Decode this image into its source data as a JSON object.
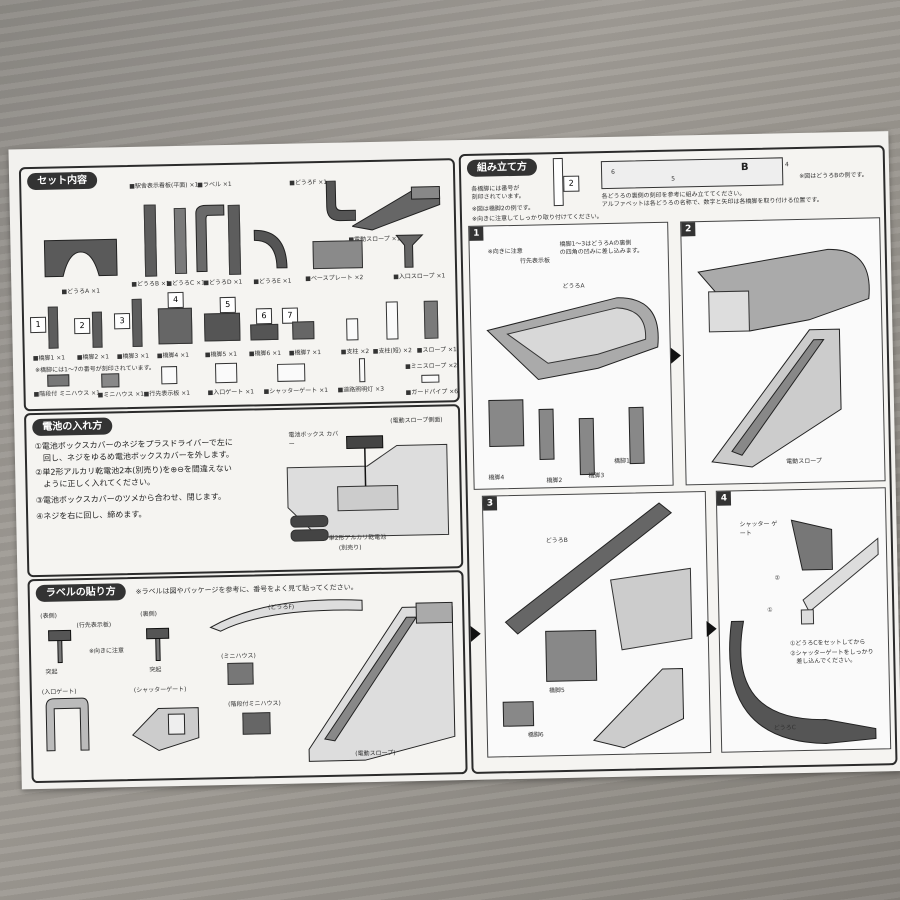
{
  "set": {
    "title": "セット内容",
    "items": {
      "pA": "■どうろA ×1",
      "pDisp": "■駅舎表示看板(平面) ×1",
      "pLabel": "■ラベル ×1",
      "pF": "■どうろF ×1",
      "pSlope": "■電動スロープ ×1",
      "pB": "■どうろB ×1",
      "pC": "■どうろC ×1",
      "pD": "■どうろD ×1",
      "pE": "■どうろE ×1",
      "pBase": "■ベースプレート ×2",
      "pEntSlope": "■入口スロープ ×1",
      "pk1": "■橋脚1 ×1",
      "pk2": "■橋脚2 ×1",
      "pk3": "■橋脚3 ×1",
      "pk4": "■橋脚4 ×1",
      "pk5": "■橋脚5 ×1",
      "pk6": "■橋脚6 ×1",
      "pk7": "■橋脚7 ×1",
      "pPillar": "■支柱 ×2",
      "pPillarS": "■支柱(短) ×2",
      "pSlopeS": "■スロープ ×1",
      "note": "※橋脚には1〜7の番号が刻印されています。",
      "pMiniSlope": "■ミニスロープ ×2",
      "pStair": "■階段付 ミニハウス ×1",
      "pMini": "■ミニハウス ×1",
      "pSign": "■行先表示板 ×1",
      "pGate": "■入口ゲート ×1",
      "pShutter": "■シャッターゲート ×1",
      "pLight": "■道路照明灯 ×3",
      "pGuard": "■ガードパイプ ×6",
      "nums": [
        "1",
        "2",
        "3",
        "4",
        "5",
        "6",
        "7"
      ]
    }
  },
  "battery": {
    "title": "電池の入れ方",
    "steps": [
      "①電池ボックスカバーのネジをプラスドライバーで左に",
      "　回し、ネジをゆるめ電池ボックスカバーを外します。",
      "②単2形アルカリ乾電池2本(別売り)を⊕⊖を間違えない",
      "　ように正しく入れてください。",
      "③電池ボックスカバーのツメから合わせ、閉じます。",
      "④ネジを右に回し、締めます。"
    ],
    "label_cover": "電池ボックス カバー",
    "label_slope": "(電動スロープ側面)",
    "label_batt": "単2形アルカリ乾電池",
    "label_batt2": "(別売り)"
  },
  "labels": {
    "title": "ラベルの貼り方",
    "note": "※ラベルは図やパッケージを参考に、番号をよく見て貼ってください。",
    "front": "(表側)",
    "back": "(裏側)",
    "sign": "(行先表示板)",
    "dir": "※向きに注意",
    "bump": "突起",
    "bump2": "突起",
    "gate": "(入口ゲート)",
    "shutter": "(シャッターゲート)",
    "roadF": "(どうろF)",
    "mini": "(ミニハウス)",
    "stair": "(階段付ミニハウス)",
    "slope": "(電動スロープ)"
  },
  "assembly": {
    "title": "組み立て方",
    "hint1": "各橋脚には番号が",
    "hint2": "刻印されています。",
    "hint3": "※図は橋脚2の例です。",
    "hint4": "※図はどうろBの例です。",
    "hint5": "各どうろの裏側の刻印を参考に組み立ててください。",
    "hint6": "アルファベットは各どうろの名称で、数字と矢印は各橋脚を取り付ける位置です。",
    "mark2": "2",
    "markB": "B",
    "mark6": "6",
    "mark5": "5",
    "mark4": "4",
    "dirNote": "※向きに注意してしっかり取り付けてください。",
    "steps": [
      {
        "n": "1",
        "sign": "行先表示板",
        "desc1": "橋脚1〜3はどうろAの裏側",
        "desc2": "の四角の凹みに差し込みます。",
        "dir": "※向きに注意",
        "roadA": "どうろA",
        "k1": "橋脚1",
        "k2": "橋脚2",
        "k3": "橋脚3",
        "k4": "橋脚4"
      },
      {
        "n": "2",
        "slope": "電動スロープ"
      },
      {
        "n": "3",
        "roadB": "どうろB",
        "k5": "橋脚5",
        "k6": "橋脚6"
      },
      {
        "n": "4",
        "shutter": "シャッター ゲート",
        "i1": "①どうろCをセットしてから",
        "i2": "②シャッターゲートをしっかり",
        "i3": "　差し込んでください。",
        "roadC": "どうろC",
        "c1": "①",
        "c2": "②"
      }
    ]
  }
}
